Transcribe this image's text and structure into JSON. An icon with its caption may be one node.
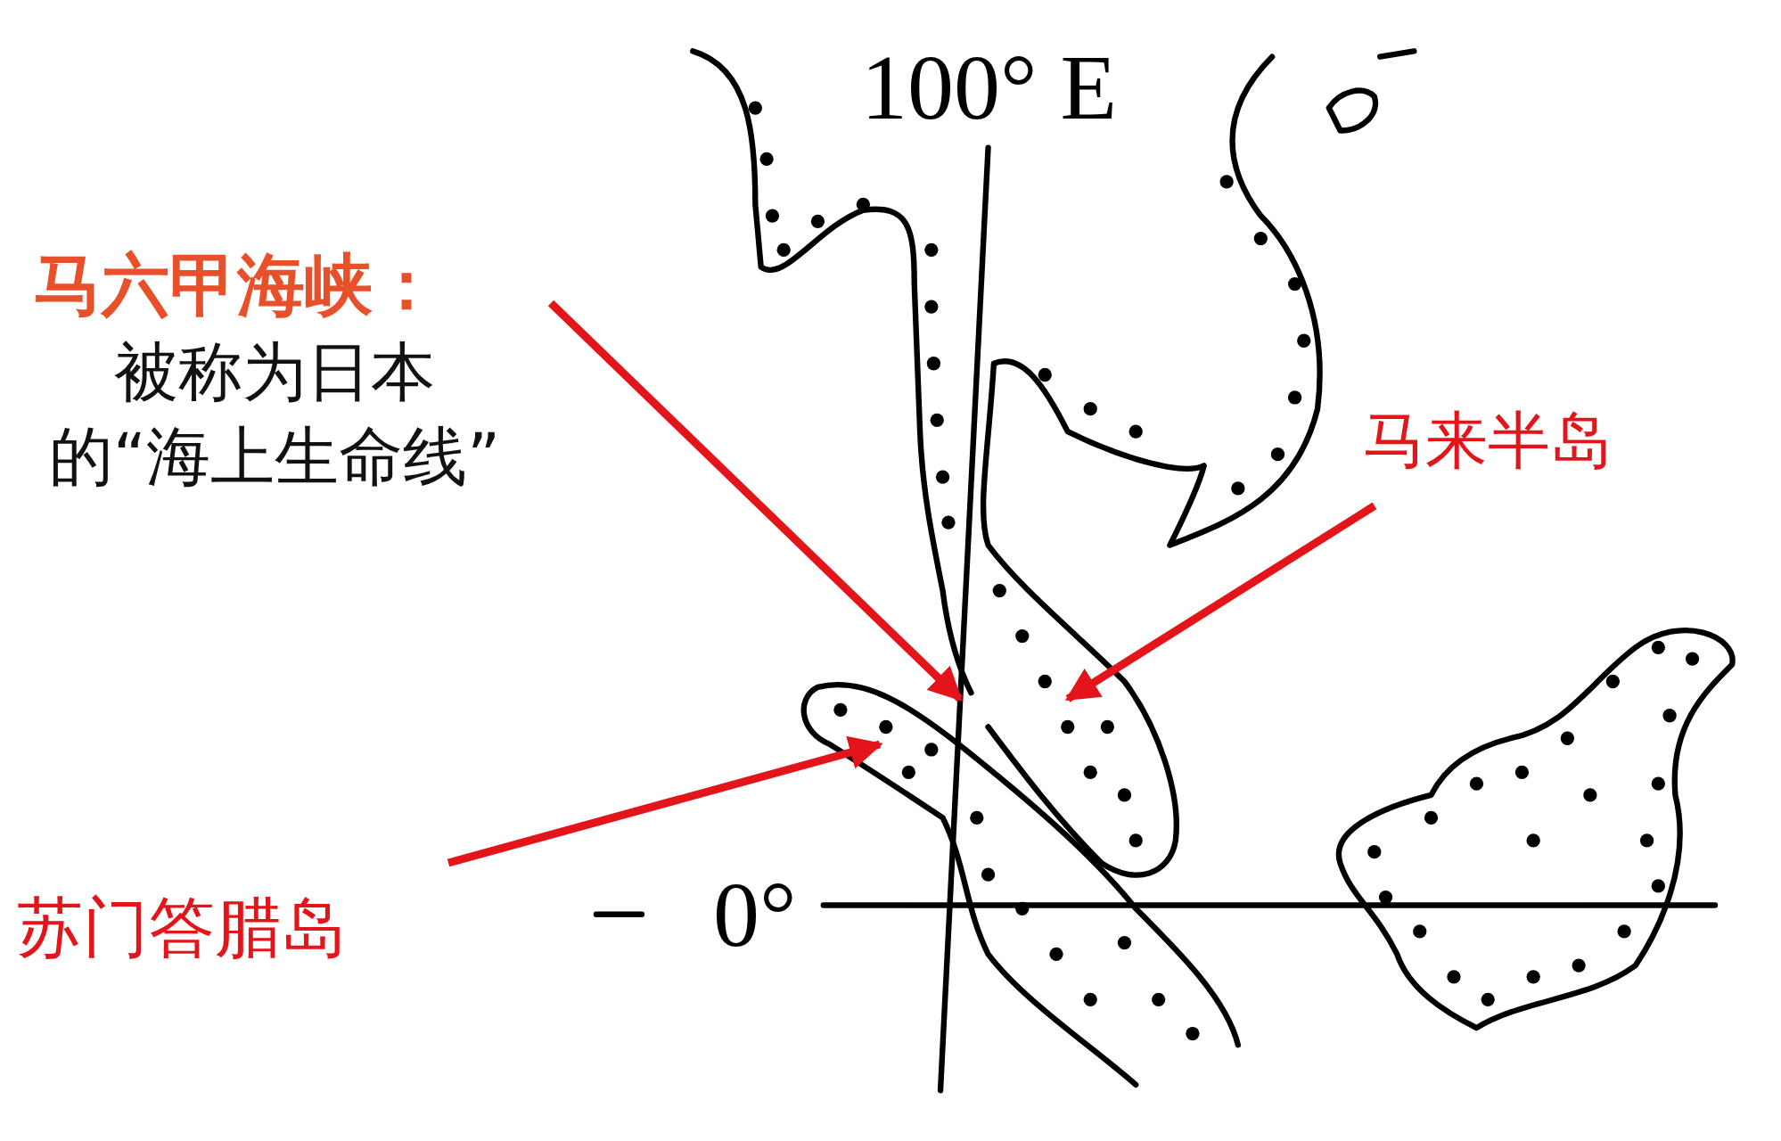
{
  "diagram": {
    "nodes": [
      {
        "text": [
          "马六甲海峡：",
          "被称为日本的“海上生命线”"
        ]
      },
      {
        "text": [
          "马来半岛"
        ]
      },
      {
        "text": [
          "苏门答腊岛"
        ]
      }
    ],
    "edges": [
      {
        "from": 0,
        "to": null,
        "arrow": "to"
      },
      {
        "from": 1,
        "to": null,
        "arrow": "to"
      },
      {
        "from": 2,
        "to": null,
        "arrow": "to"
      }
    ],
    "labels": [
      "100° E",
      "0°"
    ]
  }
}
